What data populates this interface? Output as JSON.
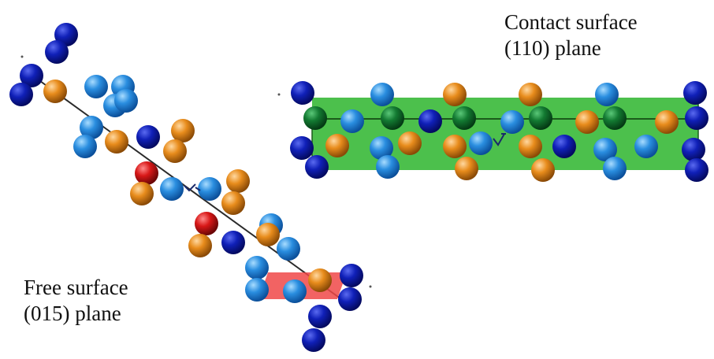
{
  "contact_surface": {
    "line1": "Contact surface",
    "line2": "(110) plane",
    "plane_color": "#3dbb3d"
  },
  "free_surface": {
    "line1": "Free surface",
    "line2": "(015) plane",
    "plane_color": "#f04848"
  },
  "atom_colors": {
    "navy": "#0a1aa8",
    "sky": "#1e88d8",
    "orange": "#e08a18",
    "red": "#d81a1a",
    "dark_green": "#0e6e2a"
  }
}
